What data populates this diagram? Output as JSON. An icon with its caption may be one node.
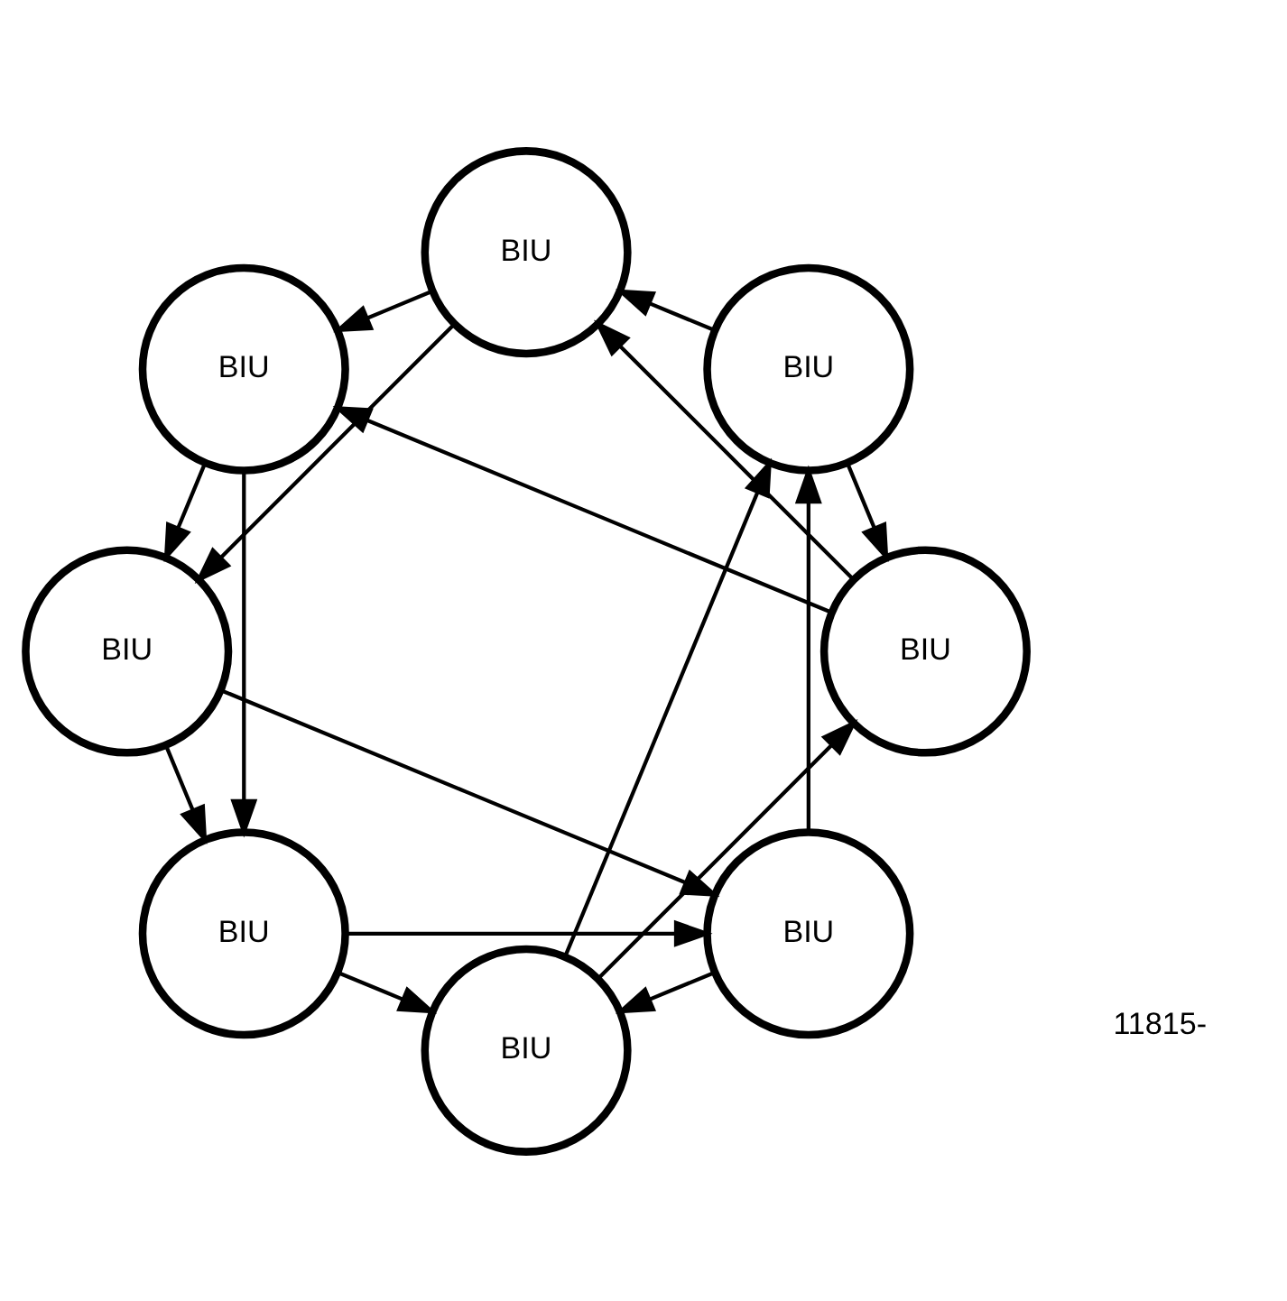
{
  "diagram": {
    "nodes": [
      {
        "text": [
          "BIU"
        ]
      },
      {
        "text": [
          "BIU"
        ]
      },
      {
        "text": [
          "BIU"
        ]
      },
      {
        "text": [
          "BIU"
        ]
      },
      {
        "text": [
          "BIU"
        ]
      },
      {
        "text": [
          "BIU"
        ]
      },
      {
        "text": [
          "BIU"
        ]
      },
      {
        "text": [
          "BIU"
        ]
      }
    ],
    "edges": [
      {
        "from": 1,
        "to": 0,
        "arrow": "to"
      },
      {
        "from": 0,
        "to": 2,
        "arrow": "to"
      },
      {
        "from": 2,
        "to": 4,
        "arrow": "to"
      },
      {
        "from": 4,
        "to": 6,
        "arrow": "to"
      },
      {
        "from": 6,
        "to": 7,
        "arrow": "to"
      },
      {
        "from": 7,
        "to": 5,
        "arrow": "to"
      },
      {
        "from": 5,
        "to": 3,
        "arrow": "to"
      },
      {
        "from": 3,
        "to": 1,
        "arrow": "to"
      },
      {
        "from": 1,
        "to": 2,
        "arrow": "to"
      },
      {
        "from": 0,
        "to": 4,
        "arrow": "to"
      },
      {
        "from": 2,
        "to": 6,
        "arrow": "to"
      },
      {
        "from": 4,
        "to": 7,
        "arrow": "to"
      },
      {
        "from": 6,
        "to": 5,
        "arrow": "to"
      },
      {
        "from": 7,
        "to": 3,
        "arrow": "to"
      },
      {
        "from": 5,
        "to": 1,
        "arrow": "to"
      },
      {
        "from": 3,
        "to": 0,
        "arrow": "to"
      }
    ],
    "labels": [
      "11815-"
    ]
  }
}
